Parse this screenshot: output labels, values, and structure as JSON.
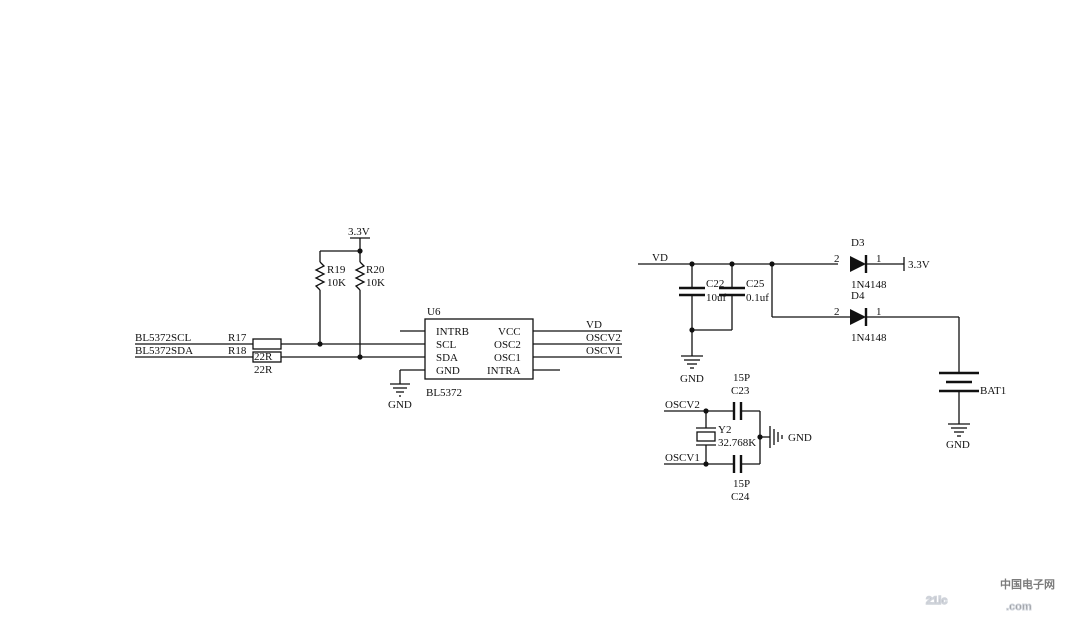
{
  "nets": {
    "supply_top": "3.3V",
    "supply_right": "3.3V",
    "scl": "BL5372SCL",
    "sda": "BL5372SDA",
    "vd": "VD",
    "vd_out": "VD",
    "oscv2_out": "OSCV2",
    "oscv1_out": "OSCV1",
    "oscv2_in": "OSCV2",
    "oscv1_in": "OSCV1",
    "gnd_u6": "GND",
    "gnd_caps": "GND",
    "gnd_bat": "GND",
    "gnd_xtal": "GND"
  },
  "u6": {
    "ref": "U6",
    "part": "BL5372",
    "pins_left": [
      "INTRB",
      "SCL",
      "SDA",
      "GND"
    ],
    "pins_right": [
      "VCC",
      "OSC2",
      "OSC1",
      "INTRA"
    ]
  },
  "resistors": {
    "r17": {
      "ref": "R17",
      "value": "22R"
    },
    "r18": {
      "ref": "R18",
      "value": "22R"
    },
    "r19": {
      "ref": "R19",
      "value": "10K"
    },
    "r20": {
      "ref": "R20",
      "value": "10K"
    }
  },
  "capacitors": {
    "c22": {
      "ref": "C22",
      "value": "10uf"
    },
    "c25": {
      "ref": "C25",
      "value": "0.1uf"
    },
    "c23": {
      "ref": "C23",
      "value": "15P"
    },
    "c24": {
      "ref": "C24",
      "value": "15P"
    }
  },
  "crystal": {
    "ref": "Y2",
    "value": "32.768K"
  },
  "diodes": {
    "d3": {
      "ref": "D3",
      "part": "1N4148",
      "pin_a": "2",
      "pin_k": "1"
    },
    "d4": {
      "ref": "D4",
      "part": "1N4148",
      "pin_a": "2",
      "pin_k": "1"
    }
  },
  "battery": {
    "ref": "BAT1"
  },
  "watermark": {
    "site": "21ic",
    "cn": "中国电子网",
    "url": ".com"
  },
  "colors": {
    "ink": "#111111",
    "watermark": "#c9ced8"
  }
}
